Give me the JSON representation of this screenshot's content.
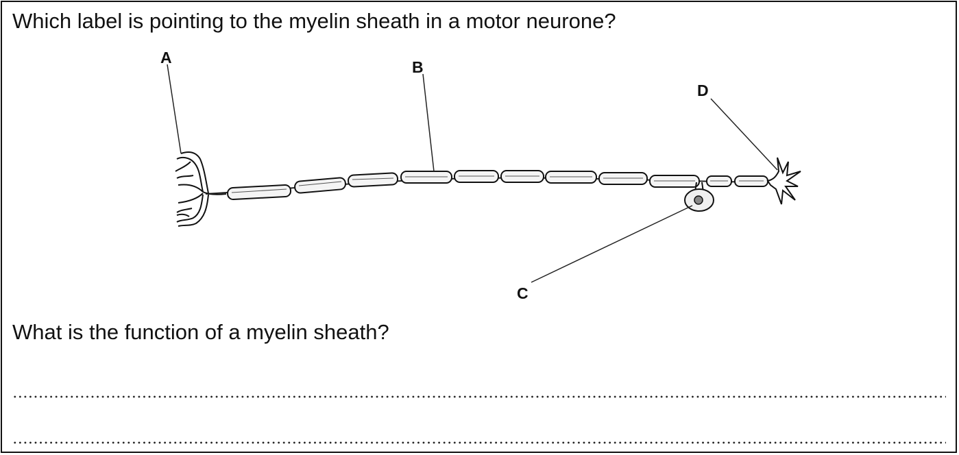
{
  "questions": {
    "q1": "Which label is pointing to the myelin sheath in a motor neurone?",
    "q2": "What is the function of a myelin sheath?"
  },
  "diagram": {
    "labels": {
      "a": "A",
      "b": "B",
      "c": "C",
      "d": "D"
    }
  },
  "answer_lines": {
    "count": 2
  },
  "colors": {
    "ink": "#111111",
    "background": "#ffffff"
  }
}
